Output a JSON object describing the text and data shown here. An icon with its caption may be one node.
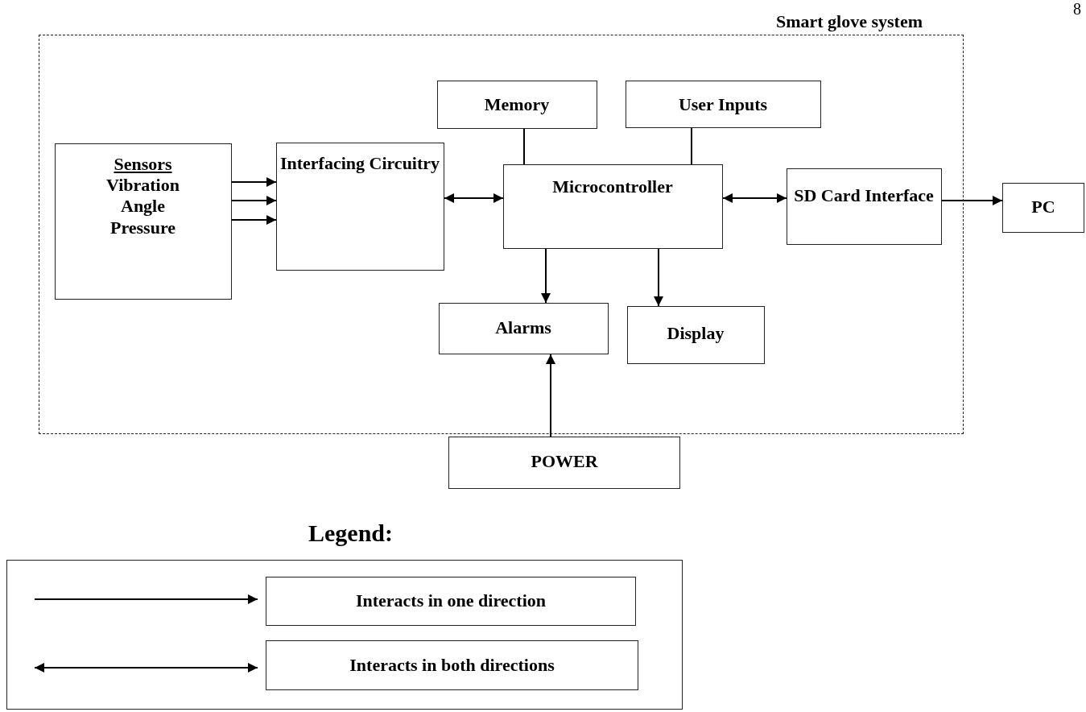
{
  "diagram": {
    "nodes": [
      {
        "text": [
          "Smart glove system"
        ]
      },
      {
        "text": [
          "Sensors",
          "Vibration Angle Pressure"
        ],
        "in": 0
      },
      {
        "text": [
          "Interfacing Circuitry"
        ],
        "in": 0
      },
      {
        "text": [
          "Memory"
        ],
        "in": 0
      },
      {
        "text": [
          "User Inputs"
        ],
        "in": 0
      },
      {
        "text": [
          "Microcontroller"
        ],
        "in": 0
      },
      {
        "text": [
          "SD Card Interface"
        ],
        "in": 0
      },
      {
        "text": [
          "PC"
        ]
      },
      {
        "text": [
          "Alarms"
        ],
        "in": 0
      },
      {
        "text": [
          "Display"
        ],
        "in": 0
      },
      {
        "text": [
          "POWER"
        ]
      }
    ],
    "edges": [
      {
        "from": 1,
        "to": 2,
        "arrow": "to"
      },
      {
        "from": 1,
        "to": 2,
        "arrow": "to"
      },
      {
        "from": 1,
        "to": 2,
        "arrow": "to"
      },
      {
        "from": 2,
        "to": 5,
        "arrow": "both"
      },
      {
        "from": 3,
        "to": 5,
        "arrow": "none"
      },
      {
        "from": 4,
        "to": 5,
        "arrow": "none"
      },
      {
        "from": 5,
        "to": 6,
        "arrow": "both"
      },
      {
        "from": 6,
        "to": 7,
        "arrow": "to"
      },
      {
        "from": 5,
        "to": 8,
        "arrow": "to"
      },
      {
        "from": 5,
        "to": 9,
        "arrow": "to"
      },
      {
        "from": 10,
        "to": 8,
        "arrow": "to"
      }
    ],
    "labels": [
      "8",
      "Legend:"
    ],
    "legend": [
      {
        "text": "Interacts in one direction"
      },
      {
        "text": "Interacts in both directions"
      }
    ]
  }
}
